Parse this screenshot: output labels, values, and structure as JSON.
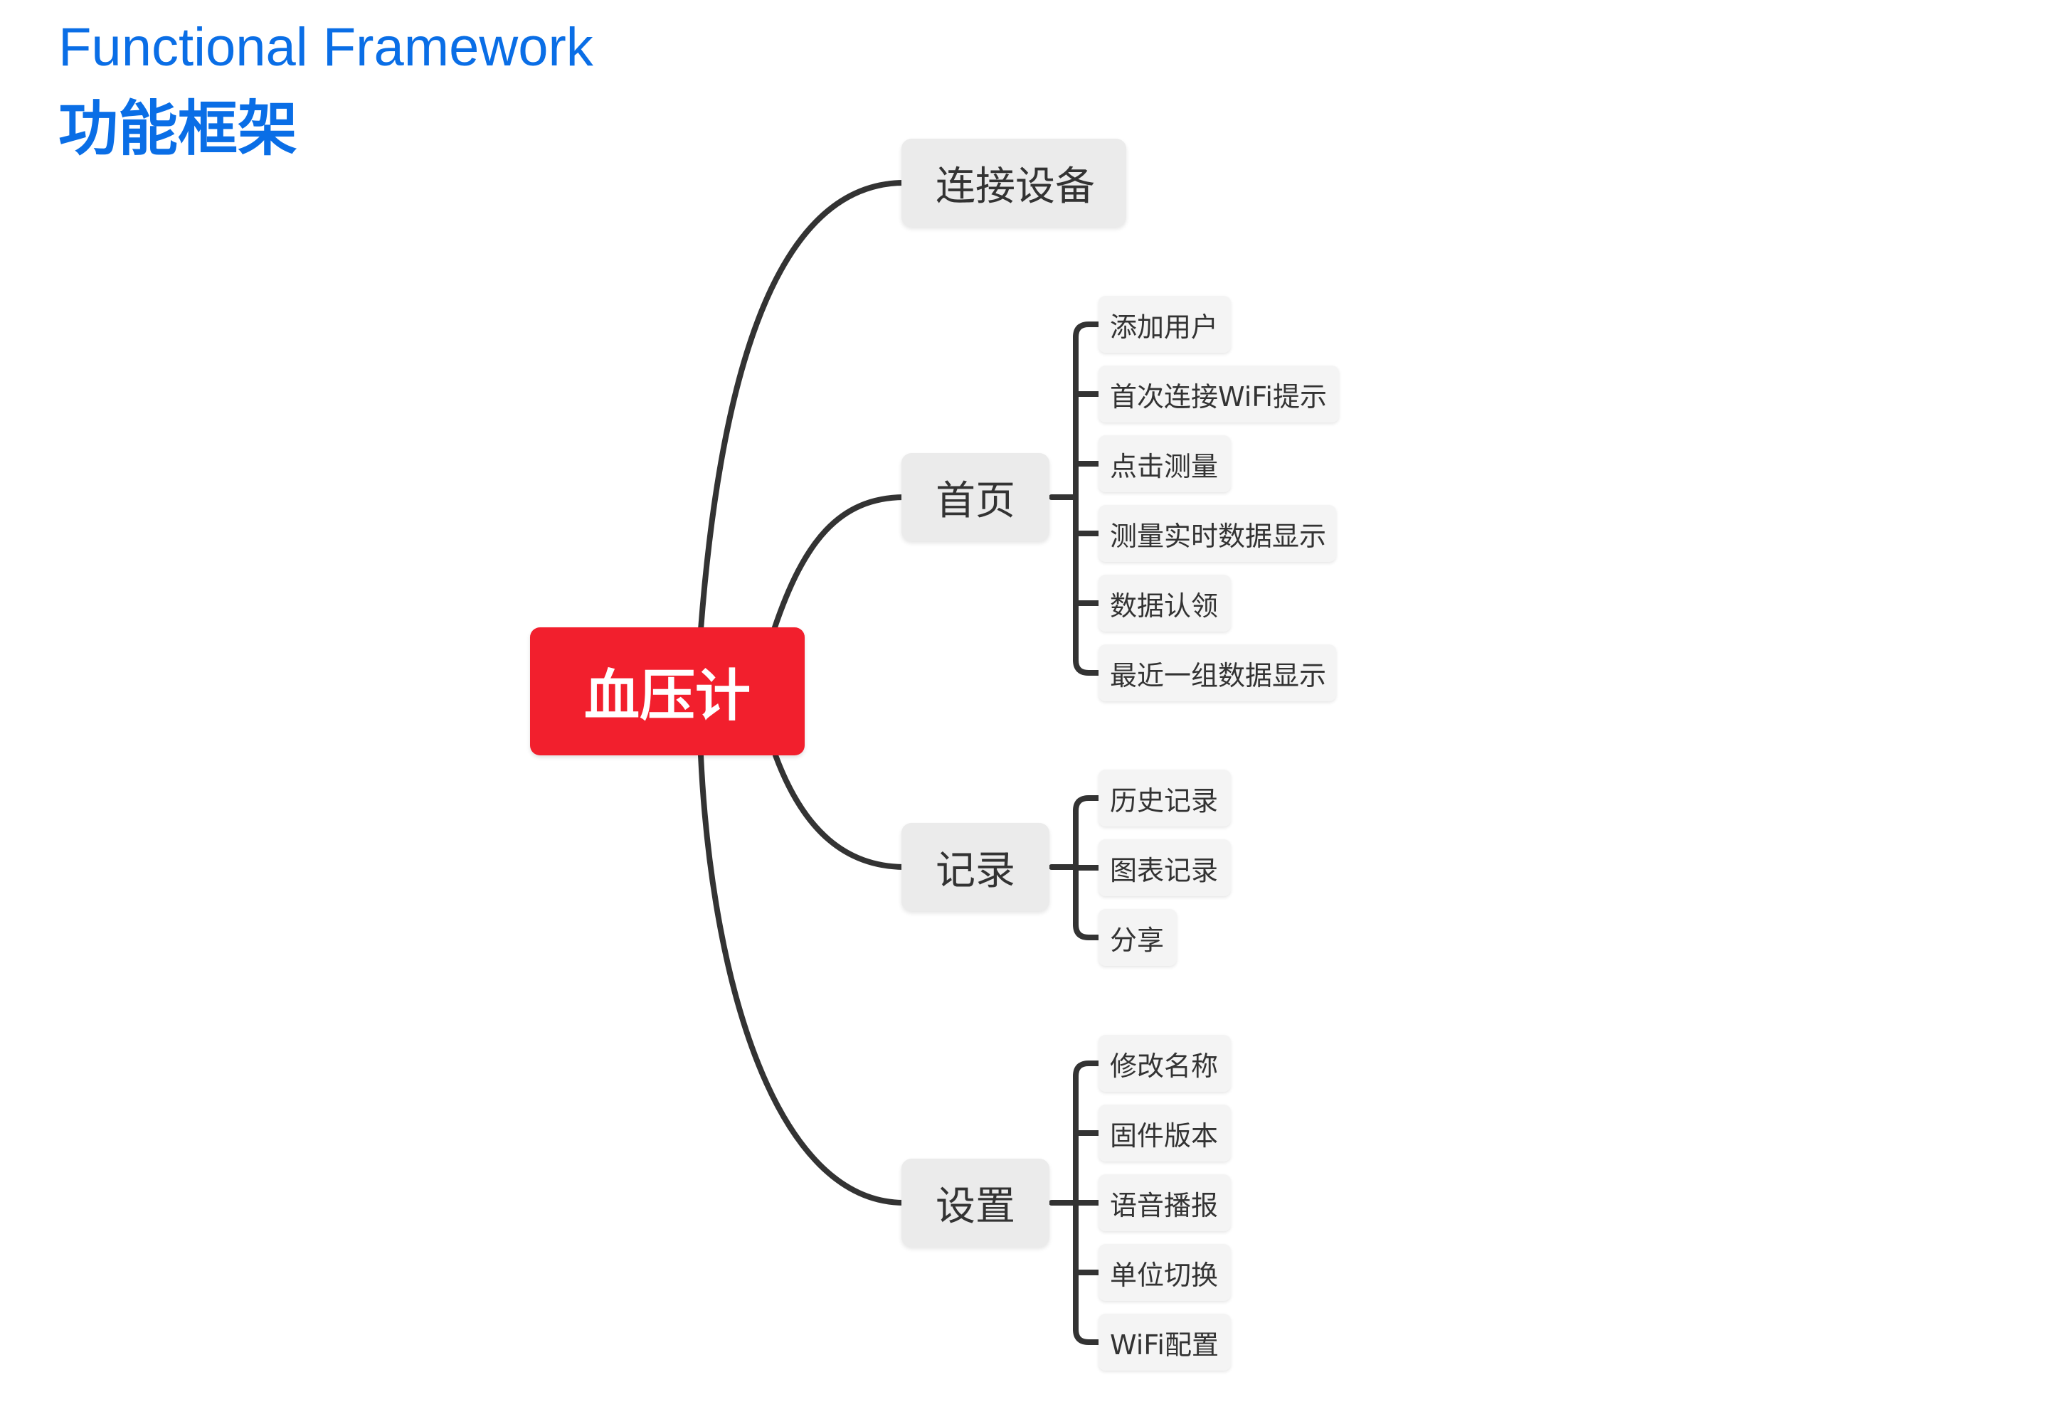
{
  "header": {
    "title": "Functional Framework",
    "subtitle": "功能框架"
  },
  "mindmap": {
    "root": {
      "label": "血压计",
      "color": "#f21f2d"
    },
    "branches": [
      {
        "label": "连接设备",
        "children": []
      },
      {
        "label": "首页",
        "children": [
          "添加用户",
          "首次连接WiFi提示",
          "点击测量",
          "测量实时数据显示",
          "数据认领",
          "最近一组数据显示"
        ]
      },
      {
        "label": "记录",
        "children": [
          "历史记录",
          "图表记录",
          "分享"
        ]
      },
      {
        "label": "设置",
        "children": [
          "修改名称",
          "固件版本",
          "语音播报",
          "单位切换",
          "WiFi配置"
        ]
      }
    ]
  },
  "colors": {
    "title": "#0a6ee6",
    "connector": "#333333",
    "branch_fill": "#ebebeb",
    "leaf_fill": "#f4f4f4"
  }
}
